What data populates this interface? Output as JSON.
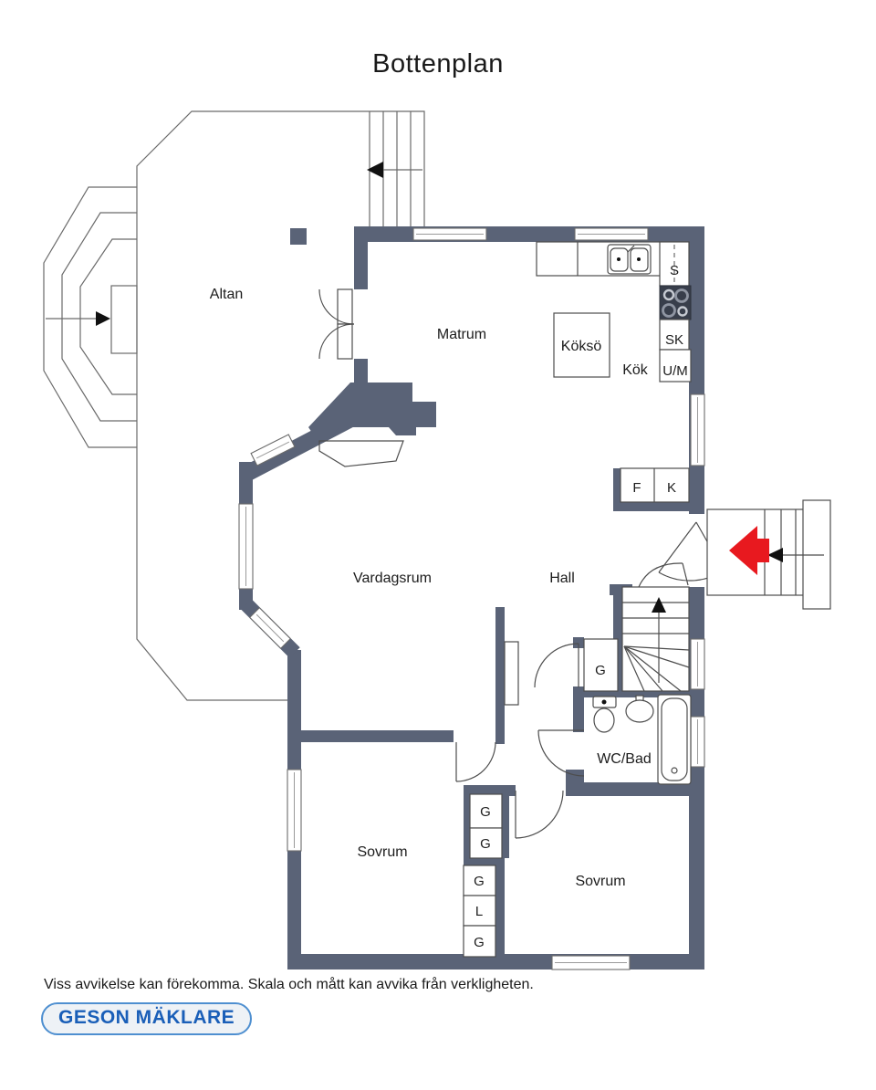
{
  "title": "Bottenplan",
  "rooms": {
    "altan": "Altan",
    "matrum": "Matrum",
    "kok": "Kök",
    "vardagsrum": "Vardagsrum",
    "hall": "Hall",
    "wc_bad": "WC/Bad",
    "sovrum_left": "Sovrum",
    "sovrum_right": "Sovrum"
  },
  "kitchen": {
    "island_label": "Köksö",
    "tall_cabinet": "S",
    "cabinet": "SK",
    "appliance": "U/M",
    "fridge": "F",
    "freezer": "K"
  },
  "closets": {
    "hall_closet": "G",
    "upper": [
      "G",
      "G"
    ],
    "lower": [
      "G",
      "L",
      "G"
    ]
  },
  "footer": {
    "disclaimer": "Viss avvikelse kan förekomma. Skala och mått kan avvika från verkligheten.",
    "brand": "GESON MÄKLARE"
  },
  "colors": {
    "wall": "#5a6377",
    "entry_arrow_red": "#e8191f",
    "brand_blue": "#1a5fb8",
    "stove": "#383e4b",
    "line": "#4d4d4d"
  }
}
